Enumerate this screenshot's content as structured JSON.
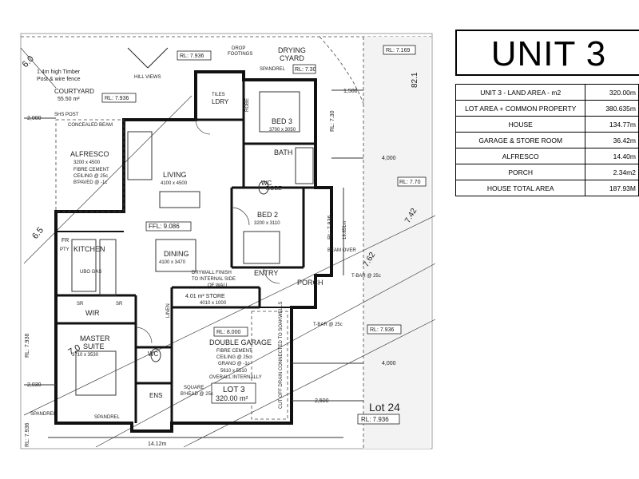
{
  "unit_title": "UNIT 3",
  "area_table": [
    {
      "label": "UNIT 3 - LAND AREA - m2",
      "value": "320.00m"
    },
    {
      "label": "LOT AREA + COMMON PROPERTY",
      "value": "380.635m"
    },
    {
      "label": "HOUSE",
      "value": "134.77m"
    },
    {
      "label": "GARAGE & STORE ROOM",
      "value": "36.42m"
    },
    {
      "label": "ALFRESCO",
      "value": "14.40m"
    },
    {
      "label": "PORCH",
      "value": "2.34m2"
    },
    {
      "label": "HOUSE TOTAL AREA",
      "value": "187.93M"
    }
  ],
  "plan": {
    "fence_note_1": "1.4m high Timber",
    "fence_note_2": "Post & wire fence",
    "hill_views": "HILL VIEWS",
    "rl_top_left": "RL: 7.936",
    "rl_courtyard": "RL: 7.936",
    "rl_drying": "RL: 7.30",
    "rl_top_right": "RL: 7.169",
    "rl_right_1": "RL: 7.30",
    "rl_right_2": "RL: 7.70",
    "rl_right_3": "RL: 7.936",
    "rl_garage": "RL: 8.000",
    "rl_left_1": "RL: 7.936",
    "rl_left_2": "RL: 7.936",
    "rl_lot24": "RL: 7.936",
    "rl_bed2": "RL: 7.936",
    "drop_footings_1": "DROP",
    "drop_footings_2": "FOOTINGS",
    "drying_court": "DRYING",
    "drying_court_2": "CYARD",
    "courtyard": "COURTYARD",
    "courtyard_area": "55.50 m²",
    "shs_post": "SHS POST",
    "concealed_beam": "CONCEALED BEAM",
    "alfresco": "ALFRESCO",
    "alfresco_dims": "3200 x 4500",
    "alfresco_note_1": "FIBRE CEMENT",
    "alfresco_note_2": "CEILING @ 25c",
    "alfresco_note_3": "B'PAVED @ -1c",
    "living": "LIVING",
    "living_dims": "4100 x 4500",
    "bed3": "BED 3",
    "bed3_dims": "3700 x 3050",
    "bath": "BATH",
    "bed2": "BED 2",
    "bed2_dims": "3200 x 3110",
    "robe": "ROBE",
    "robe2": "ROBE",
    "wc": "WC",
    "wc2": "WC",
    "ldry": "LDRY",
    "tiles": "TILES",
    "ffl": "FFL: 9.086",
    "kitchen": "KITCHEN",
    "dining": "DINING",
    "dining_dims": "4100 x 3470",
    "fr": "FR",
    "pty": "PTY",
    "ubo_gas": "UBO GAS",
    "drywall_1": "DRYWALL FINISH",
    "drywall_2": "TO INTERNAL SIDE",
    "drywall_3": "OF WALL",
    "entry": "ENTRY",
    "porch": "PORCH",
    "store": "4.01 m² STORE",
    "store_dims": "4010 x 1000",
    "linen": "LINEN",
    "wir": "WIR",
    "sr1": "SR",
    "sr2": "SR",
    "master": "MASTER",
    "master_2": "SUITE",
    "master_dims": "3710 x 3530",
    "ens": "ENS",
    "double_garage": "DOUBLE GARAGE",
    "garage_note_1": "FIBRE CEMENT",
    "garage_note_2": "CEILING @ 25c",
    "garage_note_3": "GRANO @ -1c",
    "garage_dims": "5610 x 5510",
    "garage_note_4": "OVERALL INTERNALLY",
    "lot3": "LOT 3",
    "lot3_area": "320.00 m²",
    "cut_off_drain": "CUT OFF DRAIN CONNECTED TO SOAKWELLS",
    "lot24": "Lot 24",
    "dim_4000_1": "4,000",
    "dim_4000_2": "4,000",
    "dim_2500": "2,500",
    "dim_1500": "1,500",
    "dim_2000": "2,000",
    "dim_2030": "2,030",
    "dim_14_12": "14.12m",
    "dim_19_851": "19.851m",
    "boundary_82_1": "82.1",
    "boundary_7_42": "7.42",
    "boundary_7_62": "7.62",
    "boundary_6_5": "6.5",
    "boundary_7_0": "7.0",
    "boundary_6_0": "6.0",
    "spandrel_1": "SPANDREL",
    "spandrel_2": "SPANDREL",
    "spandrel_3": "SPANDREL",
    "t_bar_1": "T-BAR @ 25c",
    "t_bar_2": "T-BAR @ 25c",
    "beam_over": "BEAM OVER",
    "square_bhead": "SQUARE",
    "square_bhead_2": "B'HEAD @ 25c"
  }
}
